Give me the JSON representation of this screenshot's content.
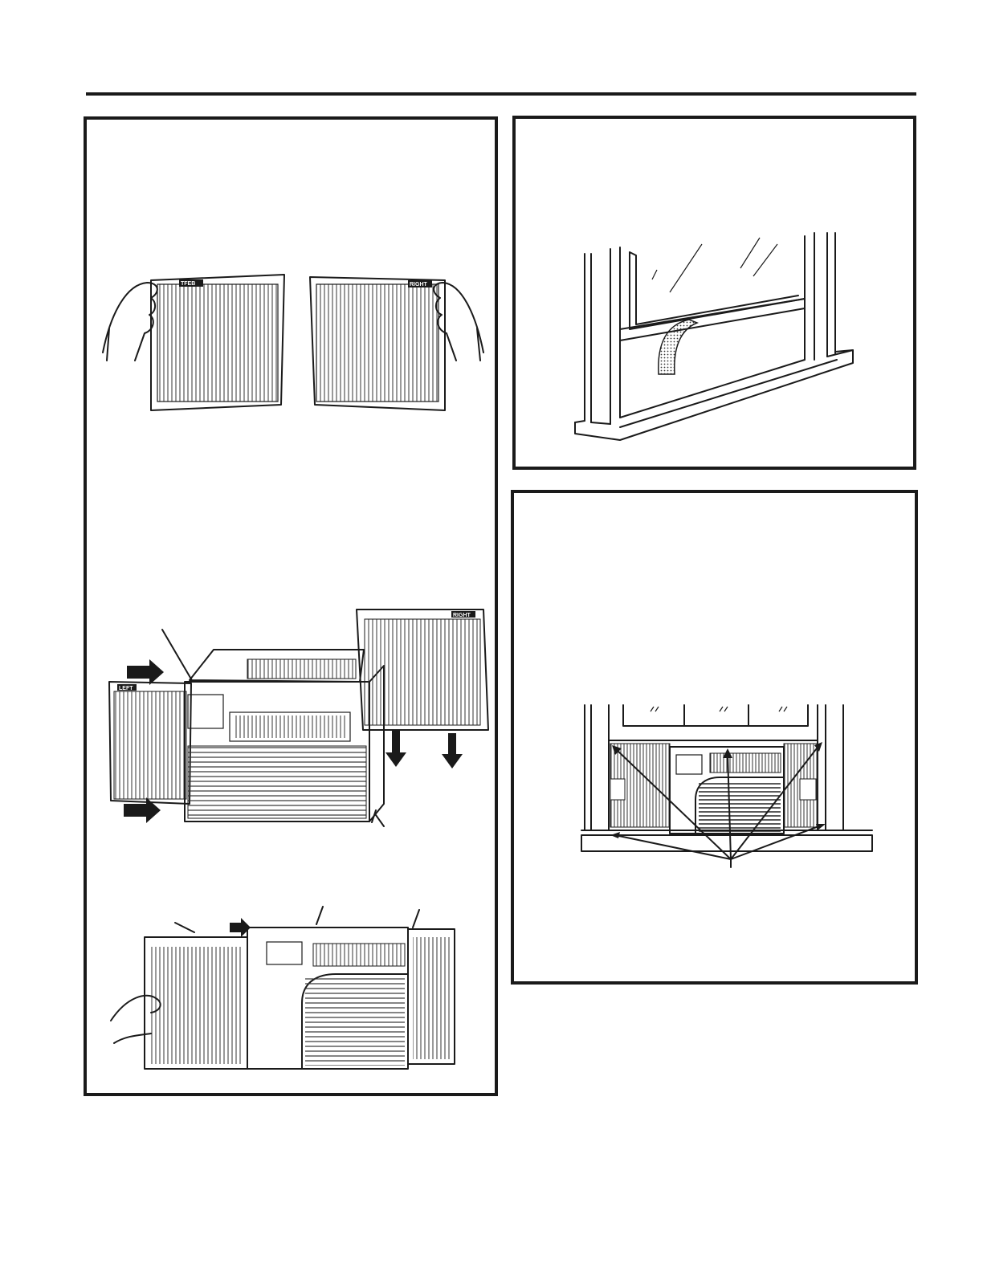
{
  "page": {
    "labels": {
      "tag_left_a": "TFEB",
      "tag_right_a": "RIGHT",
      "tag_right_b": "RIGHT",
      "tag_left_b": "LEFT"
    }
  },
  "icons": [
    "arrow-right-icon",
    "arrow-down-icon",
    "pointer-arrow-icon"
  ]
}
